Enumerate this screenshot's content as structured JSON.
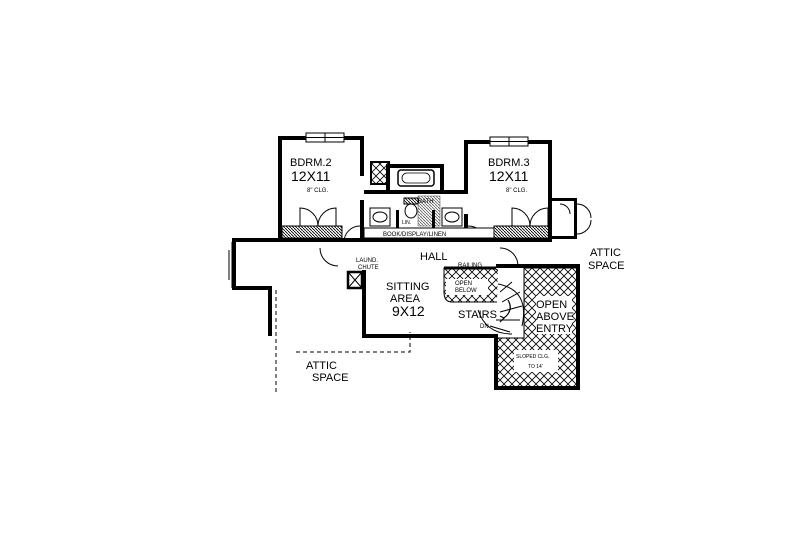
{
  "colors": {
    "ink": "#000000",
    "paper": "#ffffff"
  },
  "rooms": {
    "bedroom2": {
      "name": "BDRM.2",
      "size": "12X11",
      "ceiling": "8\" CLG."
    },
    "bedroom3": {
      "name": "BDRM.3",
      "size": "12X11",
      "ceiling": "8\" CLG."
    },
    "bath": {
      "name": "BATH"
    },
    "linen_closet": {
      "name": "LIN."
    },
    "book_shelf": {
      "name": "BOOK/DISPLAY/LINEN"
    },
    "hall": {
      "name": "HALL"
    },
    "laundry_chute": {
      "line1": "LAUND.",
      "line2": "CHUTE"
    },
    "railing": {
      "name": "RAILING"
    },
    "open_below": {
      "line1": "OPEN",
      "line2": "BELOW"
    },
    "sitting_area": {
      "line1": "SITTING",
      "line2": "AREA",
      "size": "9X12"
    },
    "stairs": {
      "name": "STAIRS",
      "direction": "DN"
    },
    "open_above_entry": {
      "line1": "OPEN",
      "line2": "ABOVE",
      "line3": "ENTRY",
      "note1": "SLOPED CLG.",
      "note2": "TO 14'"
    },
    "attic_right": {
      "line1": "ATTIC",
      "line2": "SPACE"
    },
    "attic_left": {
      "line1": "ATTIC",
      "line2": "SPACE"
    }
  },
  "icons": [
    "door-swing-icon",
    "window-icon",
    "toilet-icon",
    "bathtub-icon",
    "sink-icon",
    "chimney-icon",
    "spiral-stair-icon"
  ]
}
